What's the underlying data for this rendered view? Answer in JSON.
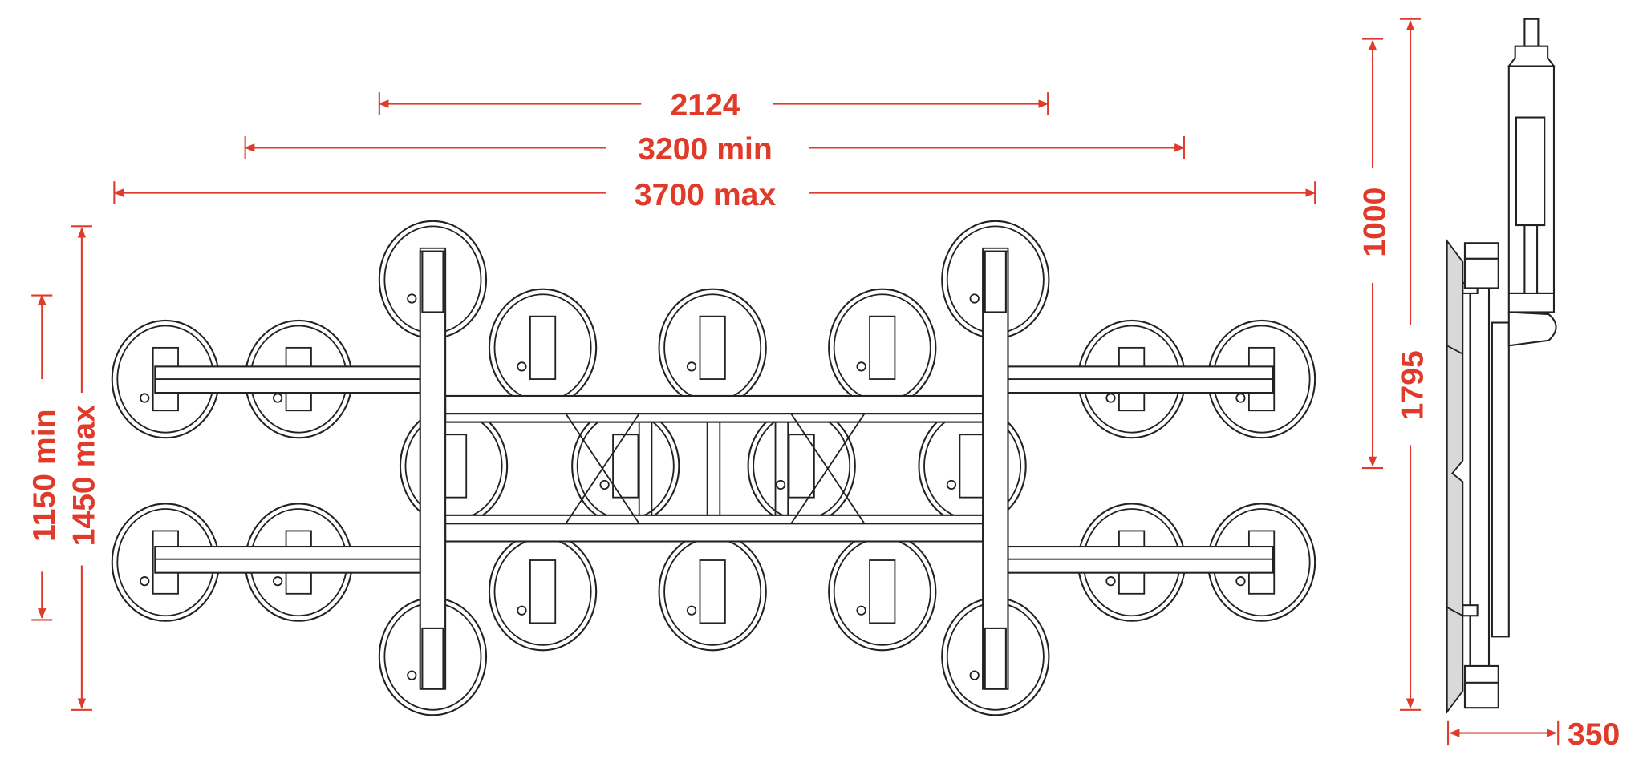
{
  "dimensions": {
    "width_inner": "2124",
    "width_min": "3200 min",
    "width_max": "3700 max",
    "height_min": "1150 min",
    "height_max": "1450 max",
    "side_height_partial": "1000",
    "side_height_total": "1795",
    "side_depth": "350"
  },
  "colors": {
    "dimension": "#e03a2a",
    "line": "#222222",
    "pad": "#d9d9d9"
  }
}
